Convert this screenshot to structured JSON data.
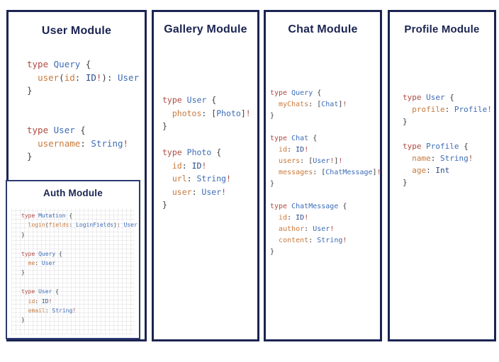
{
  "colors": {
    "panel_border": "#1b2451",
    "auth_border": "#2c3a72",
    "title": "#1b2451",
    "tok_keyword": "#b04a42",
    "tok_type": "#3d6cb4",
    "tok_field": "#c8793c",
    "tok_scalar": "#2b4c87",
    "tok_bang": "#b04a42",
    "tok_punct": "#3c4046"
  },
  "modules": [
    {
      "title": "User Module",
      "code": [
        [
          [
            "kw",
            "type"
          ],
          [
            "pc",
            " "
          ],
          [
            "ty",
            "Query"
          ],
          [
            "pc",
            " {"
          ]
        ],
        [
          [
            "pc",
            "  "
          ],
          [
            "fld",
            "user"
          ],
          [
            "pc",
            "("
          ],
          [
            "fld",
            "id"
          ],
          [
            "pc",
            ": "
          ],
          [
            "sc",
            "ID"
          ],
          [
            "bang",
            "!"
          ],
          [
            "pc",
            "): "
          ],
          [
            "ty",
            "User"
          ]
        ],
        [
          [
            "pc",
            "}"
          ]
        ],
        [],
        [],
        [
          [
            "kw",
            "type"
          ],
          [
            "pc",
            " "
          ],
          [
            "ty",
            "User"
          ],
          [
            "pc",
            " {"
          ]
        ],
        [
          [
            "pc",
            "  "
          ],
          [
            "fld",
            "username"
          ],
          [
            "pc",
            ": "
          ],
          [
            "ty",
            "String"
          ],
          [
            "bang",
            "!"
          ]
        ],
        [
          [
            "pc",
            "}"
          ]
        ]
      ]
    },
    {
      "title": "Auth Module",
      "code": [
        [
          [
            "kw",
            "type"
          ],
          [
            "pc",
            " "
          ],
          [
            "ty",
            "Mutation"
          ],
          [
            "pc",
            " {"
          ]
        ],
        [
          [
            "pc",
            "  "
          ],
          [
            "fld",
            "login"
          ],
          [
            "pc",
            "("
          ],
          [
            "fld",
            "fields"
          ],
          [
            "pc",
            ": "
          ],
          [
            "ty",
            "LoginFields"
          ],
          [
            "pc",
            "): "
          ],
          [
            "ty",
            "User"
          ]
        ],
        [
          [
            "pc",
            "}"
          ]
        ],
        [],
        [
          [
            "kw",
            "type"
          ],
          [
            "pc",
            " "
          ],
          [
            "ty",
            "Query"
          ],
          [
            "pc",
            " {"
          ]
        ],
        [
          [
            "pc",
            "  "
          ],
          [
            "fld",
            "me"
          ],
          [
            "pc",
            ": "
          ],
          [
            "ty",
            "User"
          ]
        ],
        [
          [
            "pc",
            "}"
          ]
        ],
        [],
        [
          [
            "kw",
            "type"
          ],
          [
            "pc",
            " "
          ],
          [
            "ty",
            "User"
          ],
          [
            "pc",
            " {"
          ]
        ],
        [
          [
            "pc",
            "  "
          ],
          [
            "fld",
            "id"
          ],
          [
            "pc",
            ": "
          ],
          [
            "sc",
            "ID"
          ],
          [
            "bang",
            "!"
          ]
        ],
        [
          [
            "pc",
            "  "
          ],
          [
            "fld",
            "email"
          ],
          [
            "pc",
            ": "
          ],
          [
            "ty",
            "String"
          ],
          [
            "bang",
            "!"
          ]
        ],
        [
          [
            "pc",
            "}"
          ]
        ]
      ]
    },
    {
      "title": "Gallery Module",
      "code": [
        [
          [
            "kw",
            "type"
          ],
          [
            "pc",
            " "
          ],
          [
            "ty",
            "User"
          ],
          [
            "pc",
            " {"
          ]
        ],
        [
          [
            "pc",
            "  "
          ],
          [
            "fld",
            "photos"
          ],
          [
            "pc",
            ": ["
          ],
          [
            "ty",
            "Photo"
          ],
          [
            "pc",
            "]"
          ],
          [
            "bang",
            "!"
          ]
        ],
        [
          [
            "pc",
            "}"
          ]
        ],
        [],
        [
          [
            "kw",
            "type"
          ],
          [
            "pc",
            " "
          ],
          [
            "ty",
            "Photo"
          ],
          [
            "pc",
            " {"
          ]
        ],
        [
          [
            "pc",
            "  "
          ],
          [
            "fld",
            "id"
          ],
          [
            "pc",
            ": "
          ],
          [
            "sc",
            "ID"
          ],
          [
            "bang",
            "!"
          ]
        ],
        [
          [
            "pc",
            "  "
          ],
          [
            "fld",
            "url"
          ],
          [
            "pc",
            ": "
          ],
          [
            "ty",
            "String"
          ],
          [
            "bang",
            "!"
          ]
        ],
        [
          [
            "pc",
            "  "
          ],
          [
            "fld",
            "user"
          ],
          [
            "pc",
            ": "
          ],
          [
            "ty",
            "User"
          ],
          [
            "bang",
            "!"
          ]
        ],
        [
          [
            "pc",
            "}"
          ]
        ]
      ]
    },
    {
      "title": "Chat Module",
      "code": [
        [
          [
            "kw",
            "type"
          ],
          [
            "pc",
            " "
          ],
          [
            "ty",
            "Query"
          ],
          [
            "pc",
            " {"
          ]
        ],
        [
          [
            "pc",
            "  "
          ],
          [
            "fld",
            "myChats"
          ],
          [
            "pc",
            ": ["
          ],
          [
            "ty",
            "Chat"
          ],
          [
            "pc",
            "]"
          ],
          [
            "bang",
            "!"
          ]
        ],
        [
          [
            "pc",
            "}"
          ]
        ],
        [],
        [
          [
            "kw",
            "type"
          ],
          [
            "pc",
            " "
          ],
          [
            "ty",
            "Chat"
          ],
          [
            "pc",
            " {"
          ]
        ],
        [
          [
            "pc",
            "  "
          ],
          [
            "fld",
            "id"
          ],
          [
            "pc",
            ": "
          ],
          [
            "sc",
            "ID"
          ],
          [
            "bang",
            "!"
          ]
        ],
        [
          [
            "pc",
            "  "
          ],
          [
            "fld",
            "users"
          ],
          [
            "pc",
            ": ["
          ],
          [
            "ty",
            "User"
          ],
          [
            "bang",
            "!"
          ],
          [
            "pc",
            "]"
          ],
          [
            "bang",
            "!"
          ]
        ],
        [
          [
            "pc",
            "  "
          ],
          [
            "fld",
            "messages"
          ],
          [
            "pc",
            ": ["
          ],
          [
            "ty",
            "ChatMessage"
          ],
          [
            "pc",
            "]"
          ],
          [
            "bang",
            "!"
          ]
        ],
        [
          [
            "pc",
            "}"
          ]
        ],
        [],
        [
          [
            "kw",
            "type"
          ],
          [
            "pc",
            " "
          ],
          [
            "ty",
            "ChatMessage"
          ],
          [
            "pc",
            " {"
          ]
        ],
        [
          [
            "pc",
            "  "
          ],
          [
            "fld",
            "id"
          ],
          [
            "pc",
            ": "
          ],
          [
            "sc",
            "ID"
          ],
          [
            "bang",
            "!"
          ]
        ],
        [
          [
            "pc",
            "  "
          ],
          [
            "fld",
            "author"
          ],
          [
            "pc",
            ": "
          ],
          [
            "ty",
            "User"
          ],
          [
            "bang",
            "!"
          ]
        ],
        [
          [
            "pc",
            "  "
          ],
          [
            "fld",
            "content"
          ],
          [
            "pc",
            ": "
          ],
          [
            "ty",
            "String"
          ],
          [
            "bang",
            "!"
          ]
        ],
        [
          [
            "pc",
            "}"
          ]
        ]
      ]
    },
    {
      "title": "Profile Module",
      "code": [
        [
          [
            "kw",
            "type"
          ],
          [
            "pc",
            " "
          ],
          [
            "ty",
            "User"
          ],
          [
            "pc",
            " {"
          ]
        ],
        [
          [
            "pc",
            "  "
          ],
          [
            "fld",
            "profile"
          ],
          [
            "pc",
            ": "
          ],
          [
            "ty",
            "Profile"
          ],
          [
            "bang",
            "!"
          ]
        ],
        [
          [
            "pc",
            "}"
          ]
        ],
        [],
        [
          [
            "kw",
            "type"
          ],
          [
            "pc",
            " "
          ],
          [
            "ty",
            "Profile"
          ],
          [
            "pc",
            " {"
          ]
        ],
        [
          [
            "pc",
            "  "
          ],
          [
            "fld",
            "name"
          ],
          [
            "pc",
            ": "
          ],
          [
            "ty",
            "String"
          ],
          [
            "bang",
            "!"
          ]
        ],
        [
          [
            "pc",
            "  "
          ],
          [
            "fld",
            "age"
          ],
          [
            "pc",
            ": "
          ],
          [
            "sc",
            "Int"
          ]
        ],
        [
          [
            "pc",
            "}"
          ]
        ]
      ]
    }
  ]
}
